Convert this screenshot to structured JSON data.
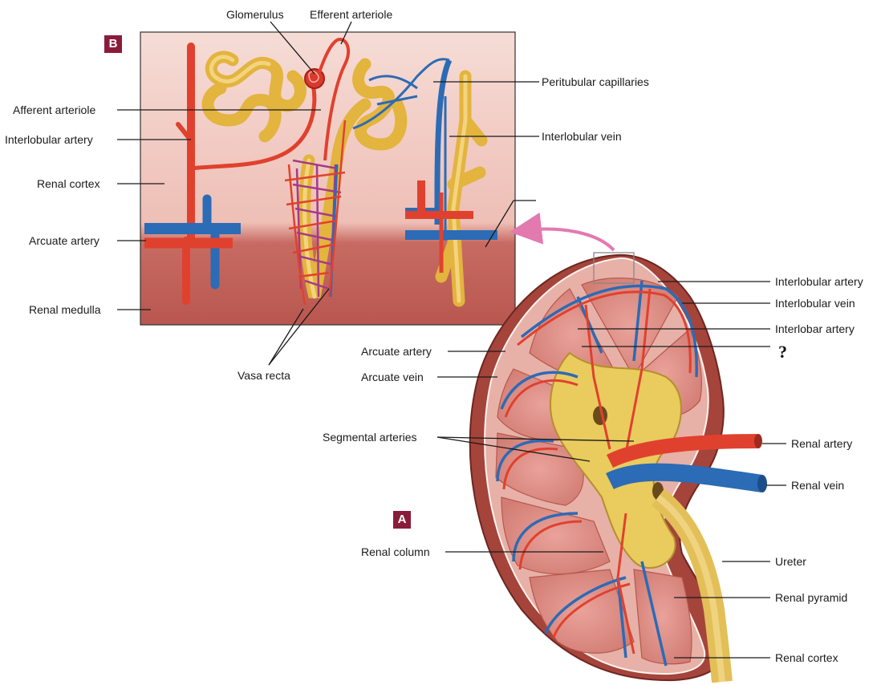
{
  "panel_b": {
    "badge": "B",
    "labels": {
      "glomerulus": "Glomerulus",
      "efferent_arteriole": "Efferent arteriole",
      "peritubular_capillaries": "Peritubular capillaries",
      "afferent_arteriole": "Afferent arteriole",
      "interlobular_artery": "Interlobular artery",
      "interlobular_vein": "Interlobular vein",
      "renal_cortex": "Renal cortex",
      "arcuate_artery": "Arcuate artery",
      "renal_medulla": "Renal medulla",
      "vasa_recta": "Vasa recta"
    }
  },
  "panel_a": {
    "badge": "A",
    "labels": {
      "interlobular_artery": "Interlobular artery",
      "interlobular_vein": "Interlobular vein",
      "interlobar_artery": "Interlobar artery",
      "unknown": "?",
      "arcuate_artery": "Arcuate artery",
      "arcuate_vein": "Arcuate vein",
      "segmental_arteries": "Segmental arteries",
      "renal_artery": "Renal artery",
      "renal_vein": "Renal vein",
      "renal_column": "Renal column",
      "ureter": "Ureter",
      "renal_pyramid": "Renal pyramid",
      "renal_cortex": "Renal cortex"
    }
  },
  "colors": {
    "artery": "#e0412e",
    "vein": "#2c6bb5",
    "tubule": "#eac25a",
    "cortex_bg": "#f3d3cc",
    "medulla_bg": "#c9695f",
    "badge": "#8a1c3b",
    "arrow": "#e27ab0"
  }
}
